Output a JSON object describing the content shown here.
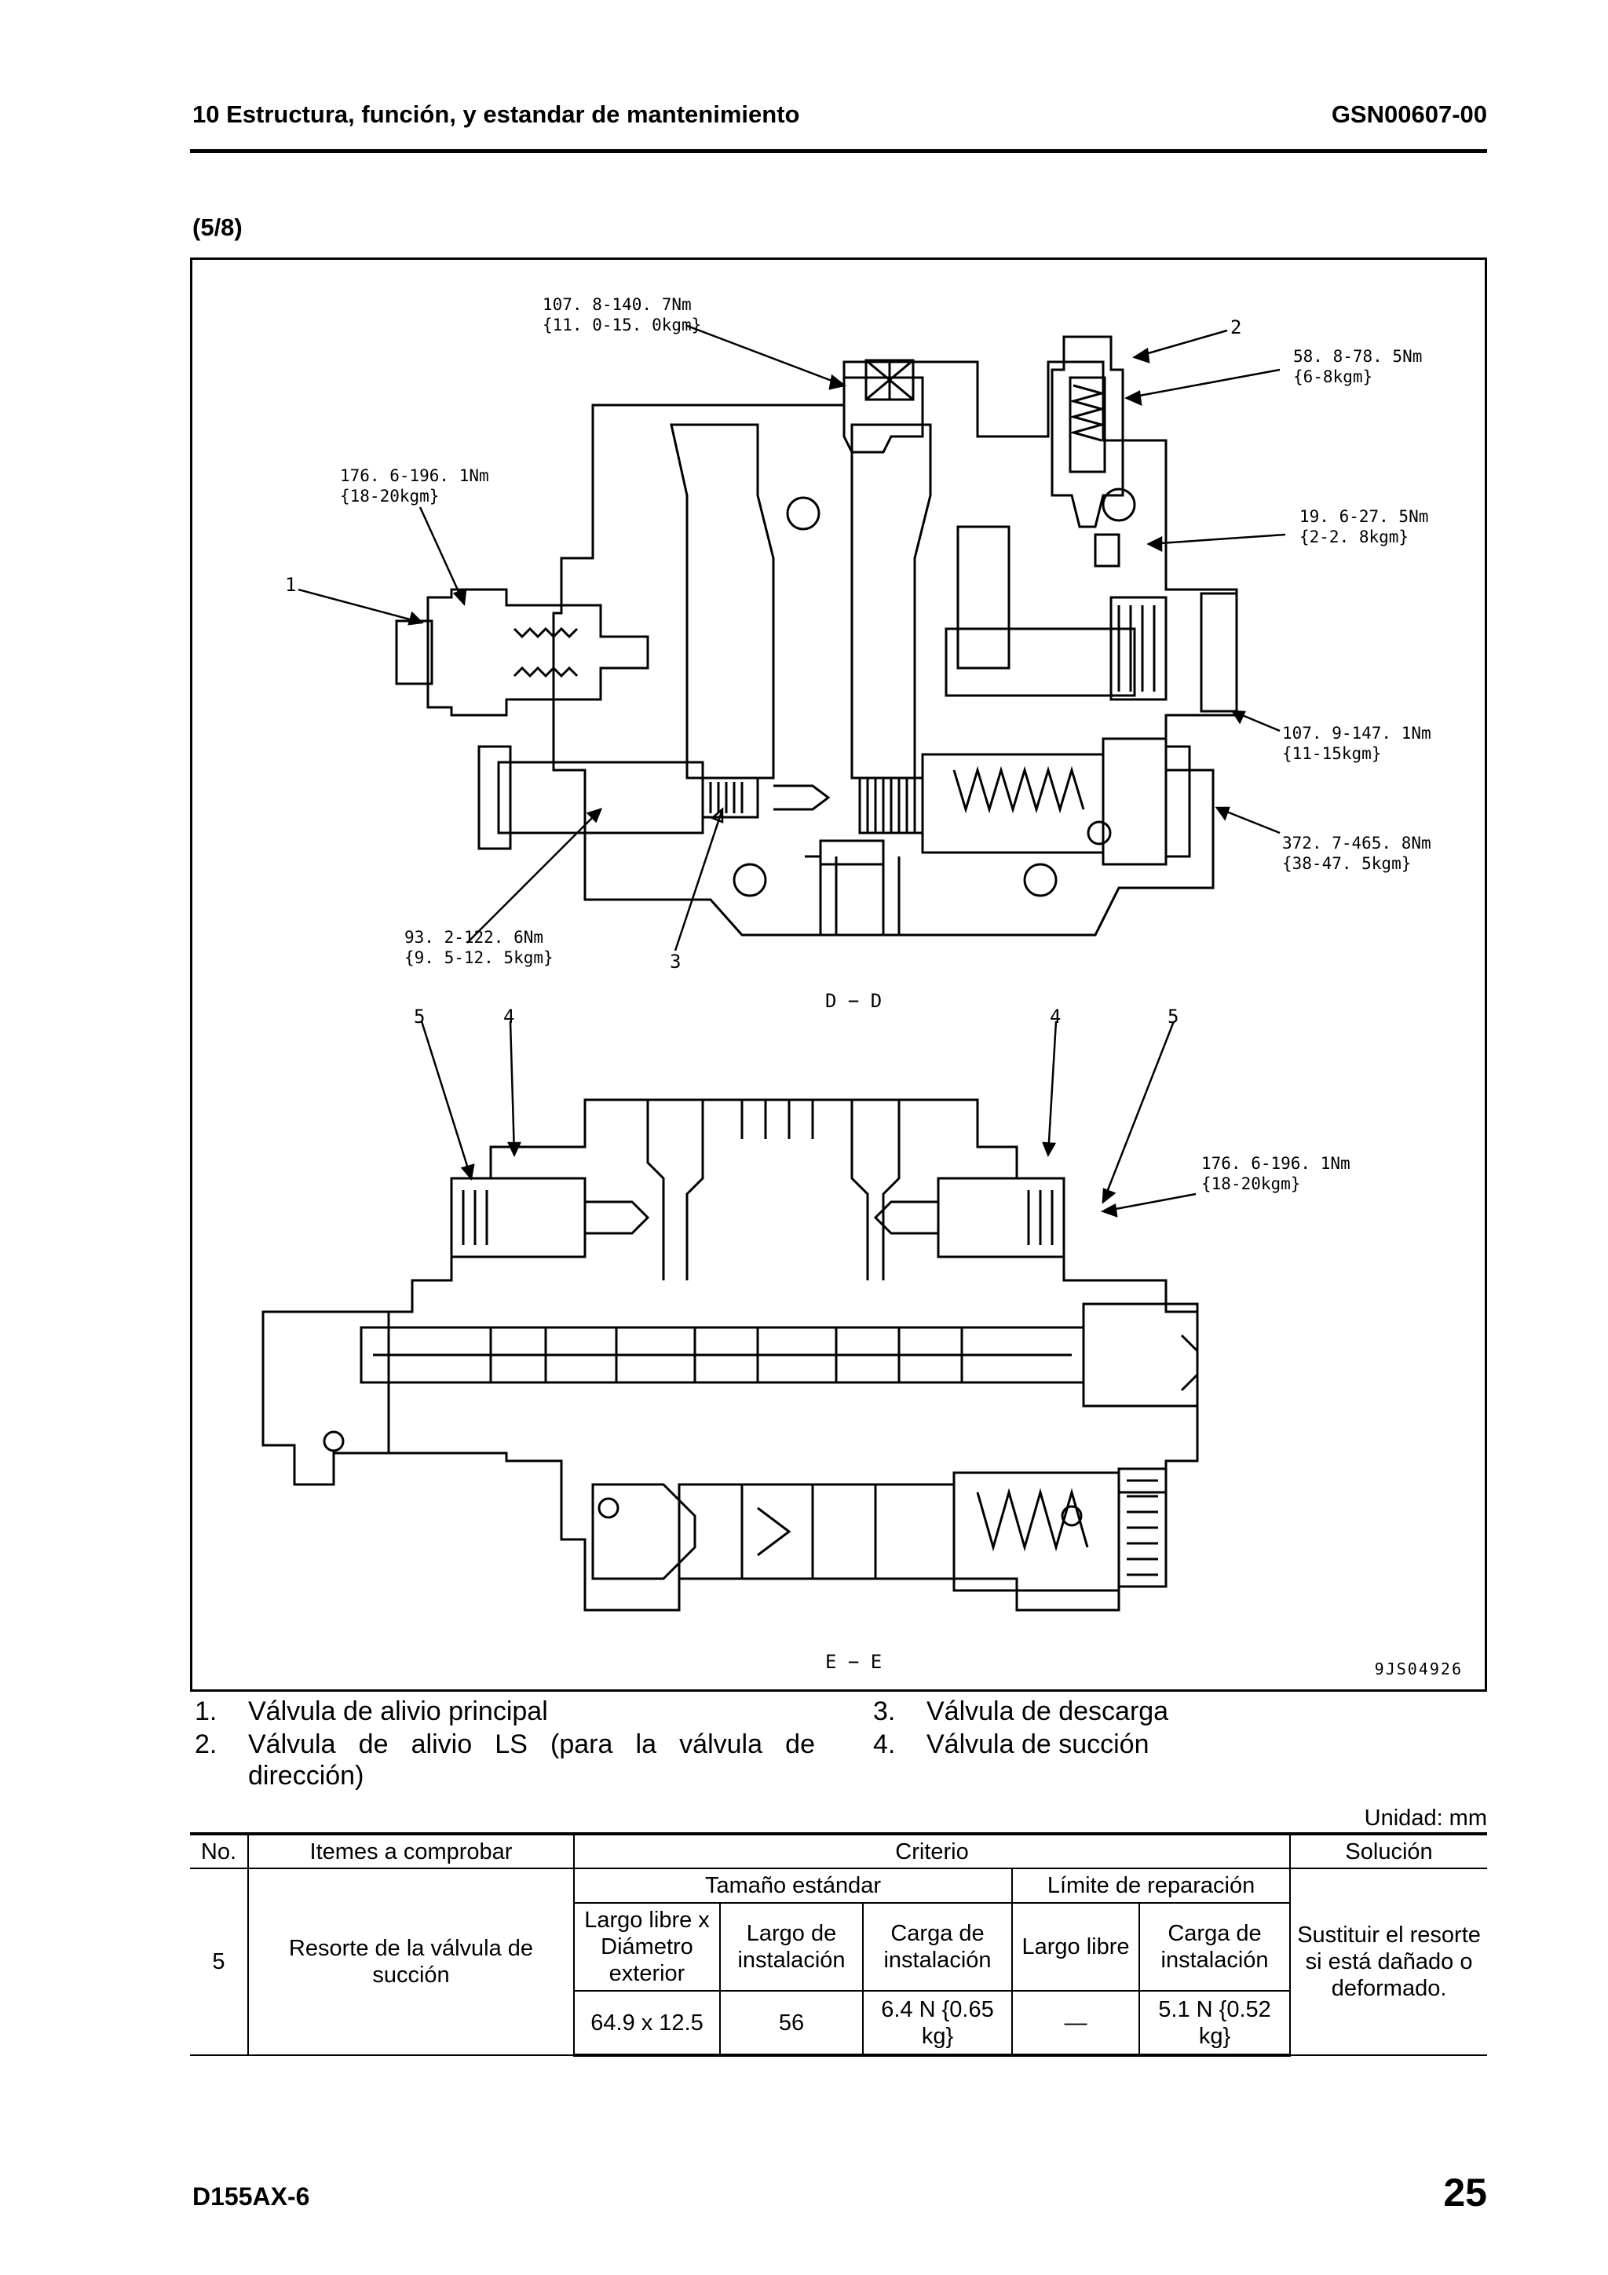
{
  "header": {
    "title": "10 Estructura, función, y estandar de mantenimiento",
    "doc_code": "GSN00607-00",
    "section": "(5/8)"
  },
  "diagram": {
    "torque_top": [
      "107. 8-140. 7Nm",
      "{11. 0-15. 0kgm}"
    ],
    "torque_left_upper": [
      "176. 6-196. 1Nm",
      "{18-20kgm}"
    ],
    "torque_right_1": [
      "58. 8-78. 5Nm",
      "{6-8kgm}"
    ],
    "torque_right_2": [
      "19. 6-27. 5Nm",
      "{2-2. 8kgm}"
    ],
    "torque_right_3": [
      "107. 9-147. 1Nm",
      "{11-15kgm}"
    ],
    "torque_right_4": [
      "372. 7-465. 8Nm",
      "{38-47. 5kgm}"
    ],
    "torque_left_lower": [
      "93. 2-122. 6Nm",
      "{9. 5-12. 5kgm}"
    ],
    "torque_suction": [
      "176. 6-196. 1Nm",
      "{18-20kgm}"
    ],
    "callouts": {
      "c1": "1",
      "c2": "2",
      "c3": "3",
      "c4a": "4",
      "c4b": "4",
      "c5a": "5",
      "c5b": "5"
    },
    "section_dd": "D − D",
    "section_ee": "E − E",
    "figure_code": "9JS04926"
  },
  "legend": [
    {
      "num": "1.",
      "text": "Válvula de alivio principal"
    },
    {
      "num": "2.",
      "text": "Válvula de alivio LS (para la válvula de dirección)"
    },
    {
      "num": "3.",
      "text": "Válvula de descarga"
    },
    {
      "num": "4.",
      "text": "Válvula de succión"
    }
  ],
  "table": {
    "unit": "Unidad: mm",
    "headers": {
      "no": "No.",
      "items": "Itemes a comprobar",
      "criteria": "Criterio",
      "solution": "Solución"
    },
    "sub_headers": {
      "standard": "Tamaño estándar",
      "repair": "Límite de reparación"
    },
    "columns": {
      "free_length_x_od": "Largo libre x Diámetro exterior",
      "install_length": "Largo de instalación",
      "install_load": "Carga de instalación",
      "free_length": "Largo libre",
      "install_load_limit": "Carga de instalación"
    },
    "row": {
      "no": "5",
      "item": "Resorte de la válvula de succión",
      "free_length_x_od": "64.9 x 12.5",
      "install_length": "56",
      "install_load": "6.4 N {0.65 kg}",
      "free_length": "—",
      "install_load_limit": "5.1 N {0.52 kg}",
      "solution": "Sustituir el resorte si está dañado o deformado."
    }
  },
  "footer": {
    "model": "D155AX-6",
    "page": "25"
  }
}
